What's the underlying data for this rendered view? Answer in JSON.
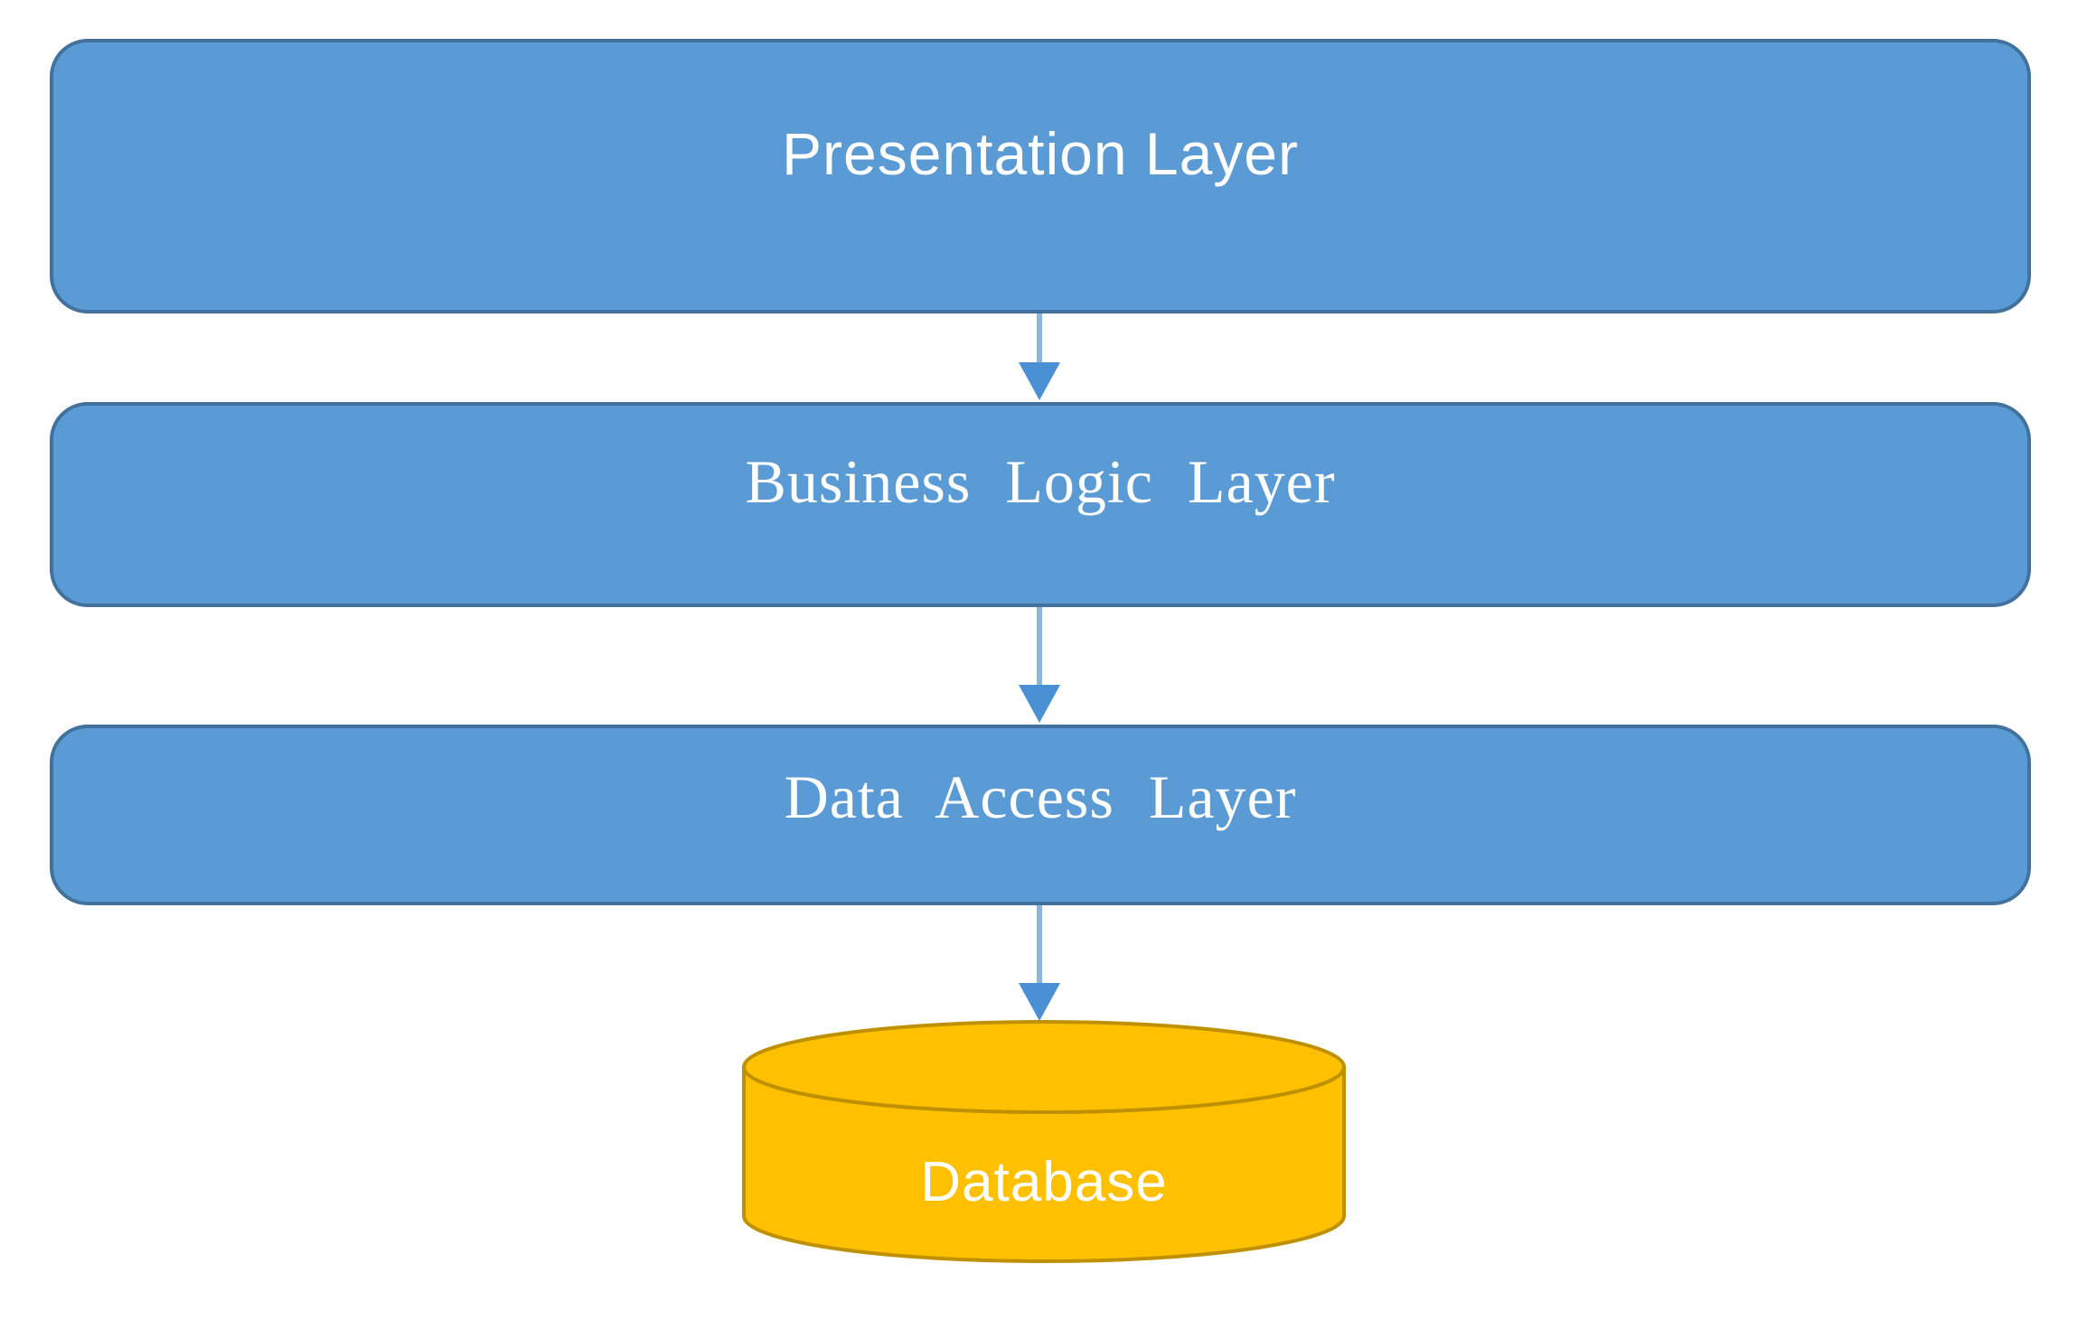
{
  "diagram": {
    "type": "layered-architecture",
    "nodes": [
      {
        "id": "presentation",
        "label": "Presentation Layer",
        "shape": "rounded-rect"
      },
      {
        "id": "business",
        "label": "Business Logic Layer",
        "shape": "rounded-rect"
      },
      {
        "id": "data_access",
        "label": "Data Access Layer",
        "shape": "rounded-rect"
      },
      {
        "id": "database",
        "label": "Database",
        "shape": "cylinder"
      }
    ],
    "edges": [
      {
        "from": "presentation",
        "to": "business"
      },
      {
        "from": "business",
        "to": "data_access"
      },
      {
        "from": "data_access",
        "to": "database"
      }
    ],
    "colors": {
      "layer_fill": "#5B9BD5",
      "layer_border": "#41719C",
      "database_fill": "#FFC000",
      "database_border": "#BF9000",
      "arrow_head": "#4A90D4",
      "arrow_stem": "#8EB5E0",
      "label_text": "#FFFFFF",
      "background": "#FFFFFF"
    }
  }
}
